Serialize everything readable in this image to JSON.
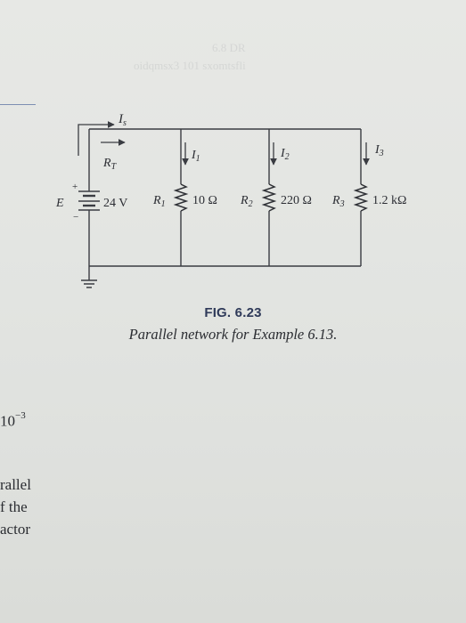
{
  "ghost_text": {
    "line1": "6.8 DR",
    "line2": "oidqmsx3 101 sxomtsfli"
  },
  "figure": {
    "source_label": "E",
    "source_plus": "+",
    "source_minus": "−",
    "source_value": "24 V",
    "total_current": "I",
    "total_current_sub": "s",
    "total_resistance": "R",
    "total_resistance_sub": "T",
    "branches": [
      {
        "resistor": "R",
        "resistor_sub": "1",
        "value": "10 Ω",
        "current": "I",
        "current_sub": "1"
      },
      {
        "resistor": "R",
        "resistor_sub": "2",
        "value": "220 Ω",
        "current": "I",
        "current_sub": "2"
      },
      {
        "resistor": "R",
        "resistor_sub": "3",
        "value": "1.2 kΩ",
        "current": "I",
        "current_sub": "3"
      }
    ],
    "caption_number": "FIG. 6.23",
    "caption_text": "Parallel network for Example 6.13."
  },
  "left_margin": {
    "exponent_base": "10",
    "exponent_power": "−3",
    "line1": "rallel",
    "line2": "f the",
    "line3": "actor"
  },
  "colors": {
    "ink": "#2b2d33",
    "wire": "#3a3c42",
    "caption_blue": "#2f3a59",
    "rule_blue": "#7d8fb2"
  }
}
